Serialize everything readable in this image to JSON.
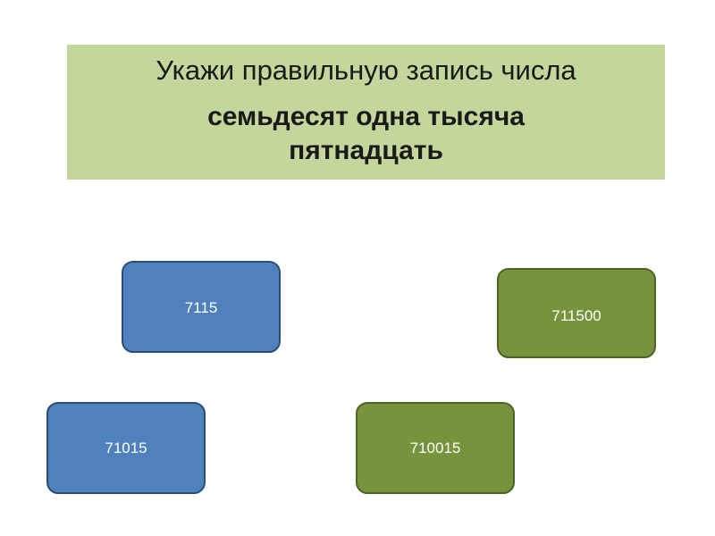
{
  "question": {
    "prompt": "Укажи правильную запись числа",
    "number_words_line1": "семьдесят одна тысяча",
    "number_words_line2": "пятнадцать"
  },
  "answers": [
    {
      "label": "7115",
      "color": "#4f81bd"
    },
    {
      "label": "711500",
      "color": "#77933c"
    },
    {
      "label": "71015",
      "color": "#4f81bd"
    },
    {
      "label": "710015",
      "color": "#77933c"
    }
  ],
  "colors": {
    "banner": "#c3d69b",
    "blue": "#4f81bd",
    "green": "#77933c"
  }
}
